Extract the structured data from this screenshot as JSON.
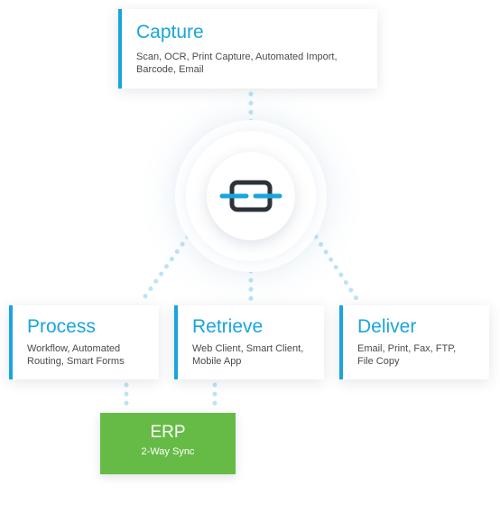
{
  "capture": {
    "title": "Capture",
    "description": "Scan, OCR, Print Capture, Automated Import,\nBarcode, Email"
  },
  "process": {
    "title": "Process",
    "description": "Workflow, Automated\nRouting, Smart Forms"
  },
  "retrieve": {
    "title": "Retrieve",
    "description": "Web Client, Smart Client,\nMobile App"
  },
  "deliver": {
    "title": "Deliver",
    "description": "Email, Print, Fax, FTP,\nFile Copy"
  },
  "erp": {
    "title": "ERP",
    "subtitle": "2-Way Sync"
  },
  "hub": {
    "icon": "chain-link-icon"
  },
  "colors": {
    "accent": "#19a5dc",
    "erp_green": "#66bb46",
    "connector": "#bde3f5",
    "text": "#4a4a4a",
    "icon_dark": "#2d3338"
  }
}
